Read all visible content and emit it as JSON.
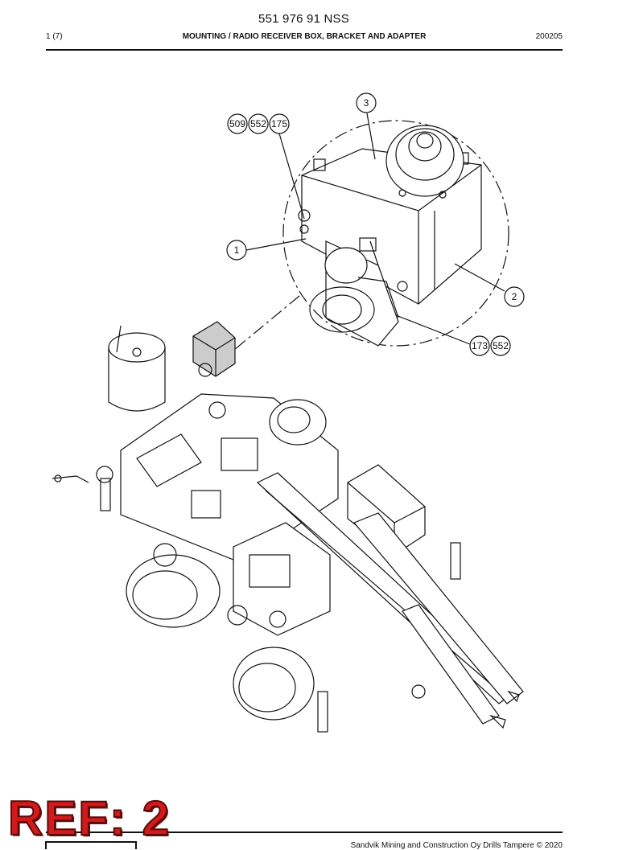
{
  "header": {
    "doc_number": "551 976 91 NSS",
    "page": "1 (7)",
    "title": "MOUNTING / RADIO RECEIVER BOX, BRACKET AND ADAPTER",
    "date_code": "200205"
  },
  "callouts": {
    "item_3": "3",
    "item_509": "509",
    "item_552_a": "552",
    "item_175": "175",
    "item_1": "1",
    "item_2": "2",
    "item_173": "173",
    "item_552_b": "552"
  },
  "stamp": {
    "text": "REF: 2",
    "color": "#d21a1a"
  },
  "footer": {
    "copyright": "Sandvik Mining and Construction Oy Drills Tampere © 2020"
  }
}
